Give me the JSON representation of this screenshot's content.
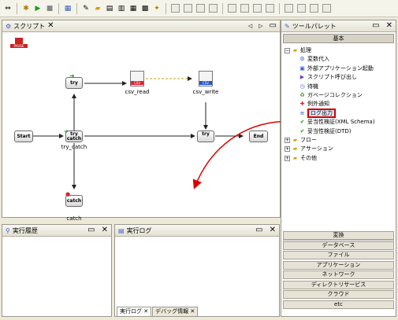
{
  "toolbar": {
    "icons": [
      "arrow-icon",
      "palette-icon",
      "run-icon",
      "stop-icon",
      "grid-icon",
      "wrench-icon",
      "folder-icon",
      "doc-icon",
      "table-icon",
      "table2-icon",
      "table3-icon",
      "wizard-icon"
    ]
  },
  "script": {
    "tab_label": "スクリプト",
    "close": "✕",
    "nodes": {
      "try": "try",
      "try_catch": "try catch",
      "catch": "catch",
      "start": "Start",
      "end": "End",
      "try2": "try"
    },
    "labels": {
      "csv_read": "csv_read",
      "csv_write": "csv_write",
      "try_catch": "try_catch",
      "catch": "catch"
    },
    "badge_read": "CSV",
    "badge_write": "CSV",
    "pause_label": "PAUSE"
  },
  "palette": {
    "title": "ツールパレット",
    "tab": "基本",
    "tree": [
      {
        "label": "処理",
        "level": 0,
        "icon": "folder-icon",
        "expander": "−"
      },
      {
        "label": "変数代入",
        "level": 1,
        "icon": "gear-icon"
      },
      {
        "label": "外部アプリケーション起動",
        "level": 1,
        "icon": "app-icon"
      },
      {
        "label": "スクリプト呼び出し",
        "level": 1,
        "icon": "call-icon"
      },
      {
        "label": "待機",
        "level": 1,
        "icon": "wait-icon"
      },
      {
        "label": "ガベージコレクション",
        "level": 1,
        "icon": "gc-icon"
      },
      {
        "label": "例外通知",
        "level": 1,
        "icon": "exception-icon"
      },
      {
        "label": "ログ出力",
        "level": 1,
        "icon": "log-icon"
      },
      {
        "label": "妥当性検証(XML Schema)",
        "level": 1,
        "icon": "check-icon"
      },
      {
        "label": "妥当性検証(DTD)",
        "level": 1,
        "icon": "check-icon"
      },
      {
        "label": "フロー",
        "level": 0,
        "icon": "folder-icon",
        "expander": "+"
      },
      {
        "label": "アサーション",
        "level": 0,
        "icon": "folder-icon",
        "expander": "+"
      },
      {
        "label": "その他",
        "level": 0,
        "icon": "folder-icon",
        "expander": "+"
      }
    ],
    "categories": [
      "変換",
      "データベース",
      "ファイル",
      "アプリケーション",
      "ネットワーク",
      "ディレクトリサービス",
      "クラウド",
      "etc"
    ]
  },
  "history": {
    "title": "実行履歴"
  },
  "log": {
    "title": "実行ログ",
    "tabs": [
      "実行ログ",
      "デバッグ情報"
    ]
  },
  "colors": {
    "highlight": "#cc0000",
    "arrow": "#dd0000",
    "dashed": "#c8a400"
  }
}
